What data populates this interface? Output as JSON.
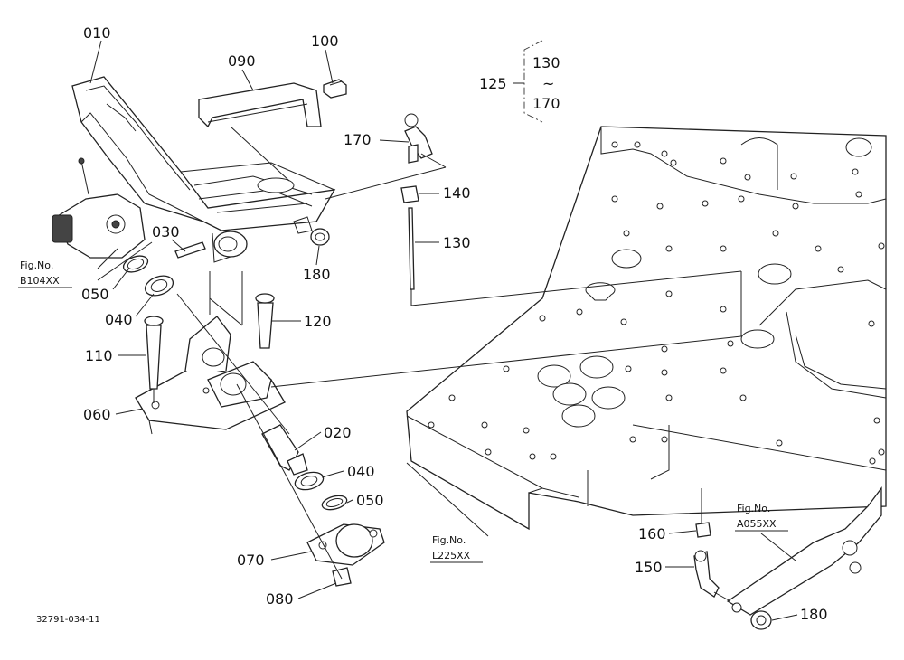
{
  "callouts": {
    "p010": "010",
    "p020": "020",
    "p030": "030",
    "p040a": "040",
    "p040b": "040",
    "p050a": "050",
    "p050b": "050",
    "p060": "060",
    "p070": "070",
    "p080": "080",
    "p090": "090",
    "p100": "100",
    "p110": "110",
    "p120": "120",
    "p125": "125",
    "p130a": "130",
    "p130b": "130",
    "p140": "140",
    "p150": "150",
    "p160": "160",
    "p170a": "170",
    "p170b": "170",
    "p180a": "180",
    "p180b": "180",
    "tilde": "~"
  },
  "figrefs": {
    "b104_title": "Fig.No.",
    "b104_code": "B104XX",
    "l225_title": "Fig.No.",
    "l225_code": "L225XX",
    "a055_title": "Fig.No.",
    "a055_code": "A055XX"
  },
  "drawing_id": "32791-034-11"
}
